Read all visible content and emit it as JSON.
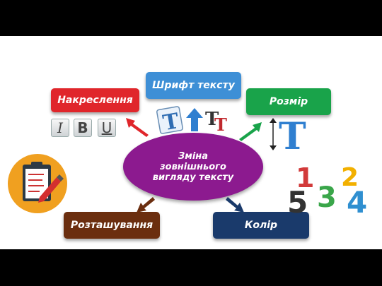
{
  "diagram": {
    "center": {
      "line1": "Зміна",
      "line2": "зовнішнього",
      "line3": "вигляду тексту"
    },
    "boxes": {
      "font": {
        "label": "Шрифт тексту",
        "color": "#3e8fd6"
      },
      "style": {
        "label": "Накреслення",
        "color": "#e0262b"
      },
      "size": {
        "label": "Розмір",
        "color": "#19a34a"
      },
      "position": {
        "label": "Розташування",
        "color": "#6b2e0f"
      },
      "color": {
        "label": "Колір",
        "color": "#1a3a6b"
      }
    },
    "icons": {
      "style_buttons": [
        "I",
        "B",
        "U"
      ],
      "size_letter": "T",
      "font_letters": [
        "T",
        "T",
        "T"
      ],
      "numbers": [
        "1",
        "2",
        "5",
        "3",
        "4"
      ]
    }
  }
}
